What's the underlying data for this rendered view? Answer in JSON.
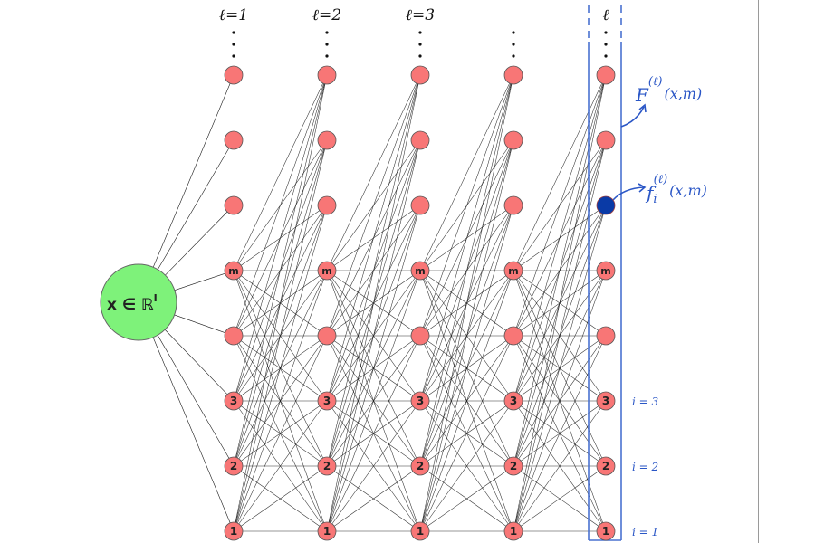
{
  "diagram": {
    "type": "neural-network",
    "input_node": {
      "label": "x ∈ ℝ^I",
      "main": "x ∈ ℝ",
      "sup": "I",
      "fill": "#7ef27a"
    },
    "layers": [
      {
        "label": "ℓ=1"
      },
      {
        "label": "ℓ=2"
      },
      {
        "label": "ℓ=3"
      },
      {
        "label": ""
      },
      {
        "label": "ℓ",
        "highlighted": true
      }
    ],
    "rows": [
      {
        "label": ""
      },
      {
        "label": ""
      },
      {
        "label": ""
      },
      {
        "label": "m"
      },
      {
        "label": ""
      },
      {
        "label": "3"
      },
      {
        "label": "2"
      },
      {
        "label": "1"
      }
    ],
    "ellipsis": "⋮",
    "highlighted_node": {
      "layer": 5,
      "row": 3,
      "fill": "#0a3aa6"
    },
    "annotations": {
      "layer_output": {
        "main": "F",
        "sup": "(ℓ)",
        "args": "(x,m)"
      },
      "node_output": {
        "main": "f",
        "sub": "i",
        "sup": "(ℓ)",
        "args": "(x,m)"
      },
      "index_labels": [
        "i = 3",
        "i = 2",
        "i = 1"
      ]
    },
    "colors": {
      "node_fill": "#f87676",
      "node_stroke": "#555555",
      "edge": "#1a1a1a",
      "input_fill": "#7ef27a",
      "annotation": "#2a56c6",
      "highlight_box": "#4a72d0"
    }
  }
}
